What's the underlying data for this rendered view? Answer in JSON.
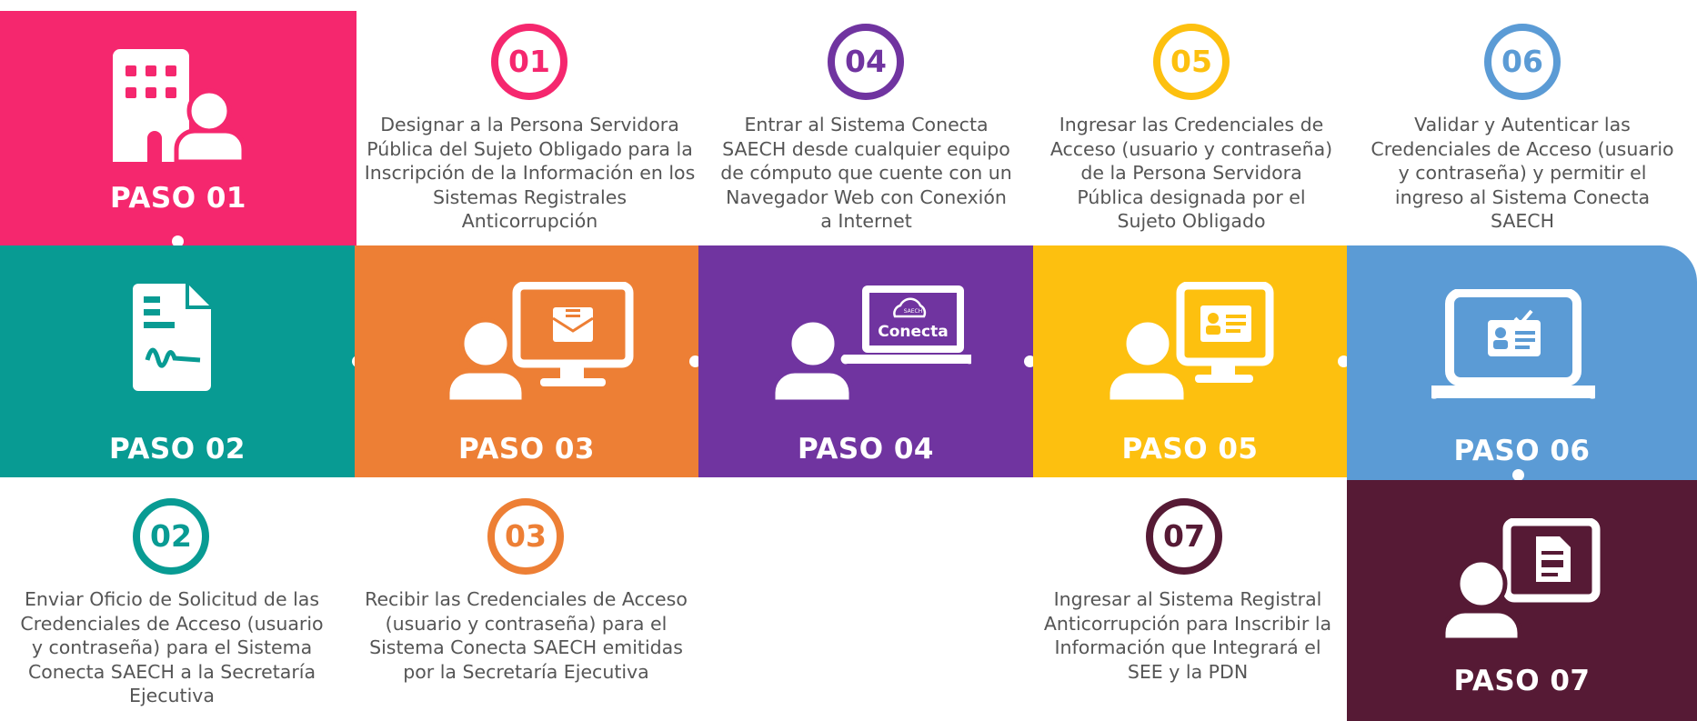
{
  "colors": {
    "step01": "#F5276E",
    "step02": "#089B93",
    "step03": "#ED7F35",
    "step04": "#7034A0",
    "step05": "#FDC00F",
    "step06": "#5B9BD5",
    "step07": "#561A35",
    "text": "#555555"
  },
  "steps": [
    {
      "label": "PASO 01",
      "icon": "building-person-icon"
    },
    {
      "label": "PASO 02",
      "icon": "signed-document-icon"
    },
    {
      "label": "PASO 03",
      "icon": "person-monitor-mail-icon"
    },
    {
      "label": "PASO 04",
      "icon": "person-laptop-conecta-icon",
      "icon_text": "Conecta",
      "icon_small_text": "SAECH"
    },
    {
      "label": "PASO 05",
      "icon": "person-monitor-id-card-icon"
    },
    {
      "label": "PASO 06",
      "icon": "laptop-id-check-icon"
    },
    {
      "label": "PASO 07",
      "icon": "person-monitor-document-icon"
    }
  ],
  "descriptions": [
    {
      "number": "01",
      "text": "Designar a la Persona Servidora Pública del Sujeto Obligado para la Inscripción de la Información en los Sistemas Registrales Anticorrupción"
    },
    {
      "number": "02",
      "text": "Enviar Oficio de Solicitud de las Credenciales de Acceso (usuario y contraseña) para el Sistema Conecta SAECH a la Secretaría Ejecutiva"
    },
    {
      "number": "03",
      "text": "Recibir las Credenciales de Acceso (usuario y contraseña) para el Sistema Conecta SAECH emitidas por la Secretaría Ejecutiva"
    },
    {
      "number": "04",
      "text": "Entrar al Sistema Conecta SAECH desde cualquier equipo de cómputo que cuente con un Navegador Web con Conexión a Internet"
    },
    {
      "number": "05",
      "text": "Ingresar  las Credenciales de Acceso (usuario y contraseña) de la Persona Servidora Pública designada por el Sujeto Obligado"
    },
    {
      "number": "06",
      "text": "Validar y Autenticar las Credenciales de Acceso (usuario y contraseña) y permitir el ingreso al Sistema Conecta SAECH"
    },
    {
      "number": "07",
      "text": "Ingresar al Sistema Registral Anticorrupción para Inscribir la Información que Integrará el SEE y la PDN"
    }
  ]
}
